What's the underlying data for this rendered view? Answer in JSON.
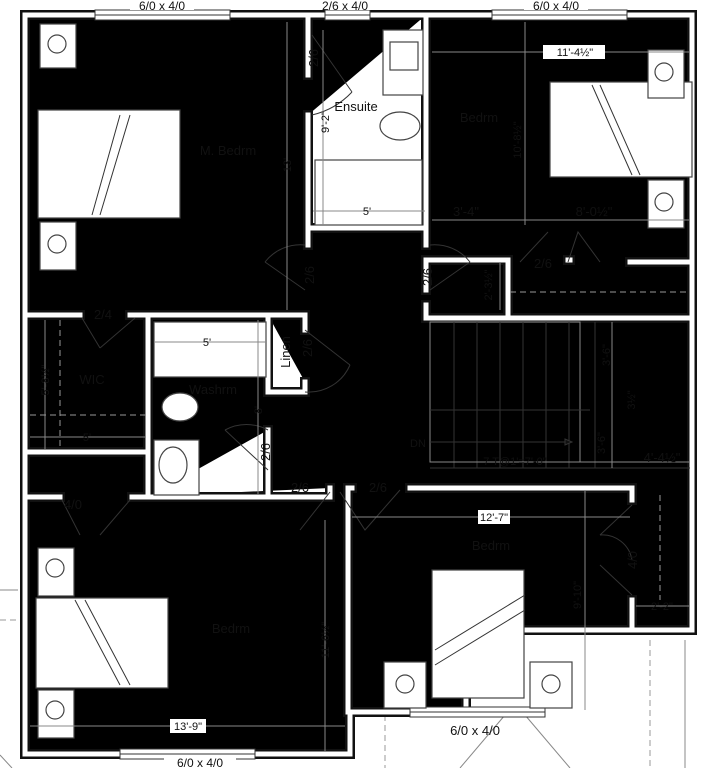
{
  "windows": {
    "top_left": "6/0 x 4/0",
    "top_mid": "2/6 x 4/0",
    "top_right": "6/0 x 4/0",
    "bottom_right": "6/0 x 4/0",
    "bottom_left": "6/0 x 4/0"
  },
  "rooms": {
    "master_bedroom": "M. Bedrm",
    "ensuite": "Ensuite",
    "bedroom_ne": "Bedrm",
    "wic": "WIC",
    "washroom": "Washrm",
    "linen": "Linen",
    "bedroom_sw": "Bedrm",
    "bedroom_se": "Bedrm"
  },
  "doors": {
    "ensuite": "2/6",
    "master": "2/6",
    "bedroom_ne": "2/6",
    "closet_ne": "2/6",
    "wic": "2/4",
    "linen": "2/6",
    "washroom": "2/6",
    "bedroom_sw": "2/6",
    "bedroom_se": "2/6",
    "closet_sw": "4/0",
    "closet_se": "4/0"
  },
  "dimensions": {
    "ne_width": "11'-4½\"",
    "ne_depth": "10'-8½\"",
    "ensuite_depth": "9'-2\"",
    "master_depth": "13'",
    "ensuite_width": "5'",
    "ne_closet_a": "3'-4\"",
    "ne_closet_b": "8'-0½\"",
    "ne_closet_depth": "2'-3½\"",
    "tub_width": "5'",
    "wic_depth": "5'-8½\"",
    "wic_width": "5'",
    "washroom_depth": "8'",
    "stair_a": "3'-6\"",
    "stair_gap": "3½\"",
    "stair_b": "3'-6\"",
    "stair_side": "4'-4½\"",
    "stair_run": "7 T@1'=7'-0\"",
    "stair_dir": "DN",
    "se_width": "12'-7\"",
    "se_depth": "9'-10\"",
    "se_closet": "2'-2\"",
    "sw_depth": "11'-6½\"",
    "sw_width": "13'-9\""
  }
}
